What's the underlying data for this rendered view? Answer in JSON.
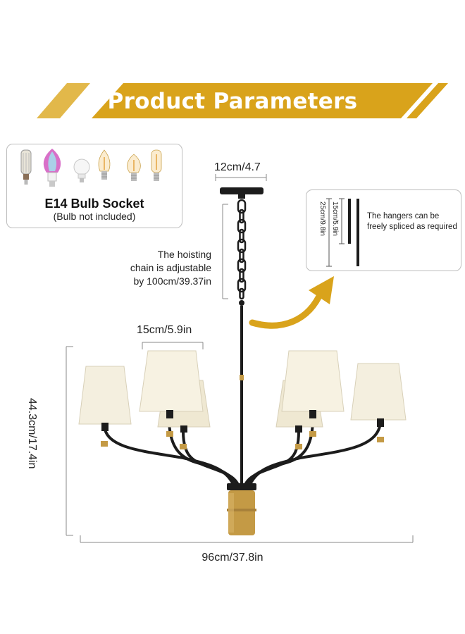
{
  "banner": {
    "title": "Product Parameters",
    "colors": {
      "gold": "#D9A31B",
      "light_gold": "#E2B84A",
      "text": "#FFFFFF"
    }
  },
  "bulb_socket": {
    "icons": [
      "corn-led-bulb-icon",
      "rgb-candle-bulb-icon",
      "globe-bulb-icon",
      "filament-candle-bulb-icon",
      "filament-torpedo-bulb-icon",
      "tubular-filament-bulb-icon"
    ],
    "title": "E14 Bulb Socket",
    "note": "(Bulb not included)"
  },
  "dimensions": {
    "canopy": "12cm/4.7",
    "chain_note": [
      "The hoisting",
      "chain is adjustable",
      "by 100cm/39.37in"
    ],
    "shade": "15cm/5.9in",
    "height": "44.3cm/17.4in",
    "width": "96cm/37.8in"
  },
  "hangers": {
    "short_rod": "15cm/5.9in",
    "long_rod": "25cm/9.8in",
    "note": "The hangers can be freely spliced as required"
  },
  "colors": {
    "metal": "#1C1C1C",
    "brass": "#C49A45",
    "shade": "#F4EFDF"
  }
}
